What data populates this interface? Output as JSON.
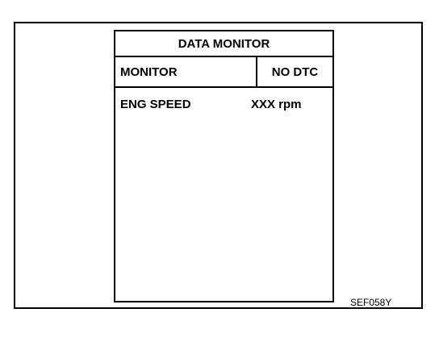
{
  "screen": {
    "title": "DATA MONITOR",
    "header": {
      "left_label": "MONITOR",
      "right_label": "NO DTC"
    },
    "rows": [
      {
        "label": "ENG SPEED",
        "value": "XXX rpm"
      }
    ]
  },
  "figure_code": "SEF058Y"
}
